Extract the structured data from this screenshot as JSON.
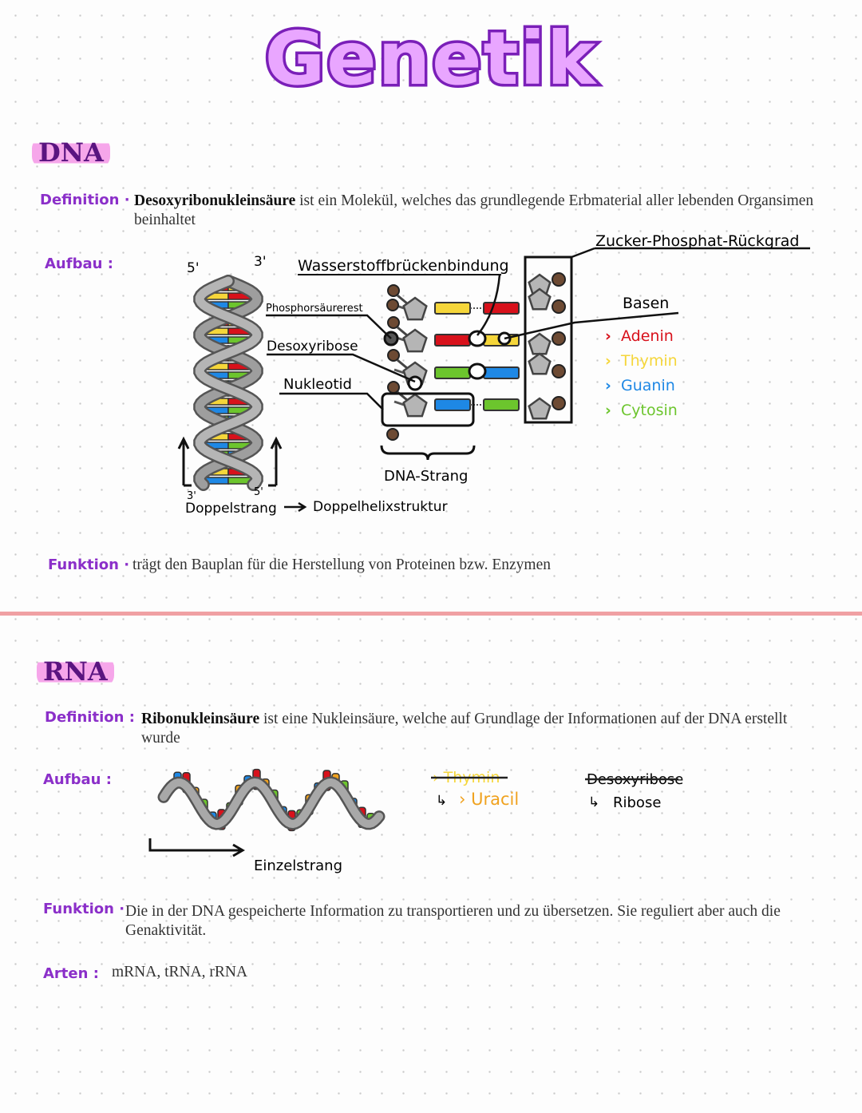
{
  "title": "Genetik",
  "dna": {
    "heading": "DNA",
    "definition_label": "Definition",
    "definition_term": "Desoxyribonukleinsäure",
    "definition_text": " ist ein Molekül, welches das grundlegende Erbmaterial aller lebenden Organsimen beinhaltet",
    "aufbau_label": "Aufbau",
    "diagram": {
      "end_5_top": "5'",
      "end_3_top": "3'",
      "end_3_bottom": "3'",
      "end_5_bottom": "5'",
      "hydrogen_bond": "Wasserstoffbrückenbindung",
      "backbone": "Zucker-Phosphat-Rückgrad",
      "phosphate": "Phosphorsäurerest",
      "deoxyribose": "Desoxyribose",
      "nucleotide": "Nukleotid",
      "strand": "DNA-Strang",
      "double_strand": "Doppelstrang",
      "double_helix": "Doppelhelixstruktur",
      "bases_title": "Basen",
      "bases": [
        {
          "name": "Adenin",
          "color": "#d8111b"
        },
        {
          "name": "Thymin",
          "color": "#f5d63a"
        },
        {
          "name": "Guanin",
          "color": "#1e88e5"
        },
        {
          "name": "Cytosin",
          "color": "#6cc52d"
        }
      ]
    },
    "funktion_label": "Funktion",
    "funktion_text": "trägt den Bauplan für die Herstellung von Proteinen bzw. Enzymen"
  },
  "rna": {
    "heading": "RNA",
    "definition_label": "Definition",
    "definition_term": "Ribonukleinsäure",
    "definition_text": " ist eine Nukleinsäure, welche auf Grundlage der Informationen auf der DNA erstellt wurde",
    "aufbau_label": "Aufbau",
    "single_strand": "Einzelstrang",
    "replaced_base": "Thymin",
    "new_base": "Uracil",
    "replaced_sugar": "Desoxyribose",
    "new_sugar": "Ribose",
    "funktion_label": "Funktion",
    "funktion_text": "Die in der DNA gespeicherte Information zu transportieren und zu übersetzen. Sie reguliert aber auch die Genaktivität.",
    "arten_label": "Arten",
    "arten_text": "mRNA, tRNA, rRNA"
  },
  "colors": {
    "accent_purple": "#7a1fb8",
    "heading_highlight": "#f6a6ea",
    "divider": "#f0a0a3"
  }
}
